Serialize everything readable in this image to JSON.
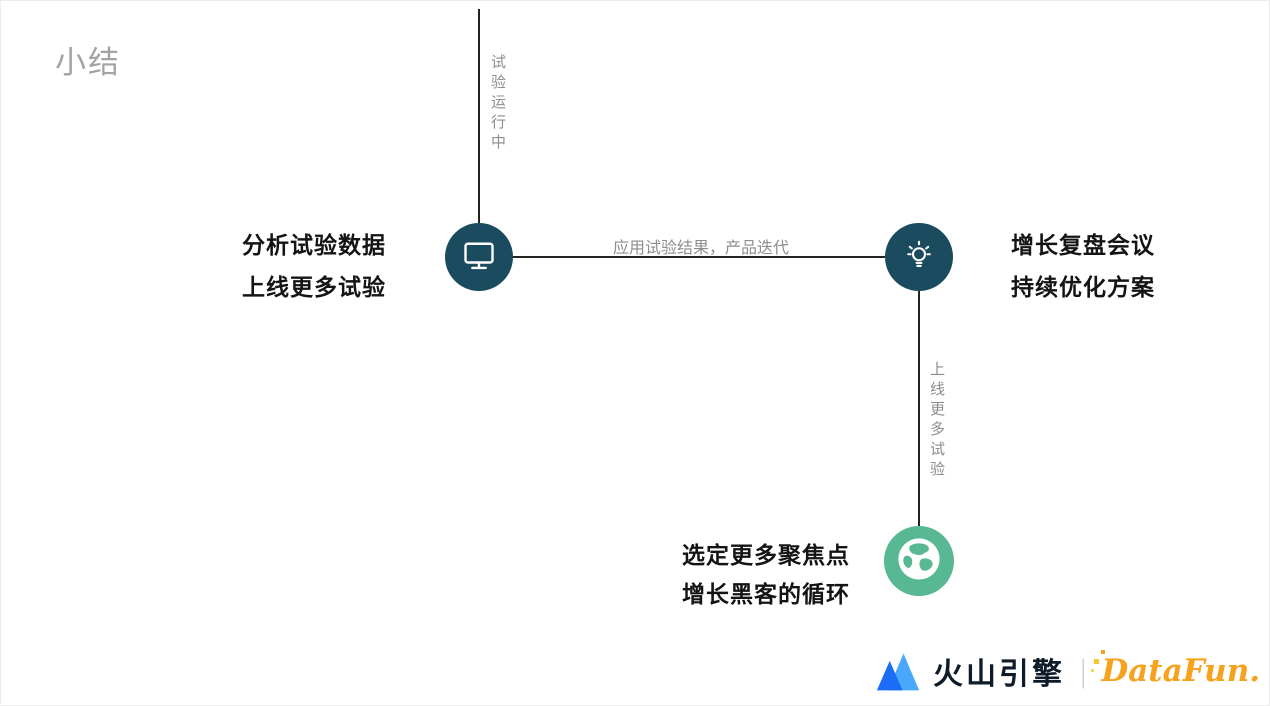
{
  "slide": {
    "title": "小结"
  },
  "diagram": {
    "edges": {
      "top": {
        "label": "试验运行中"
      },
      "middle": {
        "label": "应用试验结果，产品迭代"
      },
      "right": {
        "label": "上线更多试验"
      }
    },
    "nodes": {
      "monitor": {
        "icon": "monitor-icon",
        "color": "#1a4b5f",
        "label_line1": "分析试验数据",
        "label_line2": "上线更多试验"
      },
      "lightbulb": {
        "icon": "lightbulb-icon",
        "color": "#1a4b5f",
        "label_line1": "增长复盘会议",
        "label_line2": "持续优化方案"
      },
      "globe": {
        "icon": "globe-icon",
        "color": "#57b893",
        "label_line1": "选定更多聚焦点",
        "label_line2": "增长黑客的循环"
      }
    }
  },
  "footer": {
    "logo_icon": "mountain-icon",
    "volcano_brand": "火山引擎",
    "divider": "|",
    "datafun_brand": "DataFun."
  },
  "colors": {
    "node_dark_teal": "#1a4b5f",
    "node_green": "#57b893",
    "line": "#232323",
    "muted_text": "#8e8e8e",
    "volcano_blue_dark": "#1b6df8",
    "volcano_blue_light": "#4aa8fc",
    "datafun_orange": "#f6a21c"
  }
}
